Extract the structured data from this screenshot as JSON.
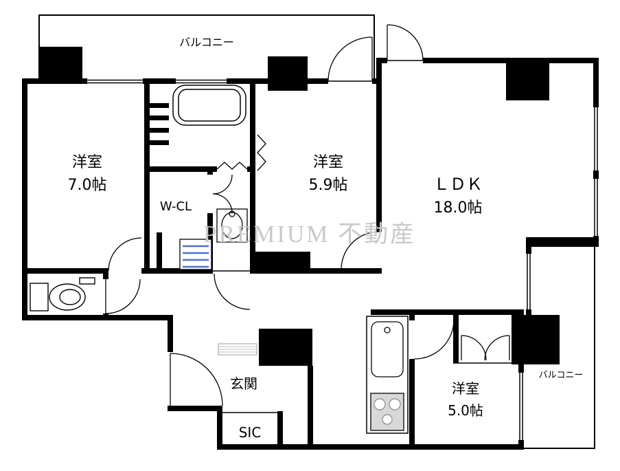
{
  "watermark": "PREMIUM 不動産",
  "rooms": {
    "balcony_top": {
      "label": "バルコニー"
    },
    "western_room_1": {
      "label": "洋室",
      "size": "7.0帖"
    },
    "walk_in_closet": {
      "label": "W-CL"
    },
    "western_room_2": {
      "label": "洋室",
      "size": "5.9帖"
    },
    "ldk": {
      "label": "ＬＤＫ",
      "size": "18.0帖"
    },
    "entrance": {
      "label": "玄関"
    },
    "shoes_in_closet": {
      "label": "SIC"
    },
    "western_room_3": {
      "label": "洋室",
      "size": "5.0帖"
    },
    "balcony_right": {
      "label": "バルコニー"
    }
  },
  "colors": {
    "wall": "#000000",
    "background": "#ffffff",
    "stove": "#d8d8d8",
    "washer_accent": "#4d6fd0",
    "watermark": "#c9c9c9"
  }
}
